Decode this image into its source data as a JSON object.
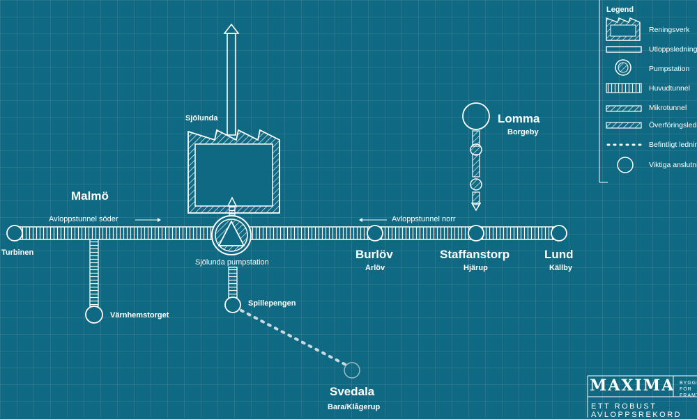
{
  "colors": {
    "background": "#0f6982",
    "line": "#ffffff"
  },
  "map": {
    "treatment_plant": "Sjölunda",
    "pump_station": "Sjölunda pumpstation",
    "tunnel_south": "Avloppstunnel söder",
    "tunnel_north": "Avloppstunnel norr",
    "nodes": {
      "turbinen": "Turbinen",
      "varnhemstorget": "Värnhemstorget",
      "spillepengen": "Spillepengen",
      "burlov": "Burlöv",
      "arlov": "Arlöv",
      "staffanstorp": "Staffanstorp",
      "hjarup": "Hjärup",
      "lund": "Lund",
      "kallby": "Källby",
      "lomma": "Lomma",
      "borgeby": "Borgeby",
      "svedala": "Svedala",
      "bara": "Bara/Klågerup",
      "malmo": "Malmö"
    }
  },
  "legend": {
    "title": "Legend",
    "items": [
      {
        "label": "Reningsverk",
        "icon": "factory-icon"
      },
      {
        "label": "Utloppsledning",
        "icon": "outlet-pipe-icon"
      },
      {
        "label": "Pumpstation",
        "icon": "pump-station-icon"
      },
      {
        "label": "Huvudtunnel",
        "icon": "main-tunnel-icon"
      },
      {
        "label": "Mikrotunnel",
        "icon": "micro-tunnel-icon"
      },
      {
        "label": "Överföringsledning",
        "icon": "transfer-pipe-icon"
      },
      {
        "label": "Befintligt ledningsnät",
        "icon": "existing-network-icon"
      },
      {
        "label": "Viktiga anslutningar",
        "icon": "connection-icon"
      }
    ]
  },
  "brand": {
    "logo": "MAXIMA",
    "side_line1": "BYGGER",
    "side_line2": "FÖR FRAMTIDEN",
    "tagline": "ETT ROBUST AVLOPPSREKORD"
  }
}
